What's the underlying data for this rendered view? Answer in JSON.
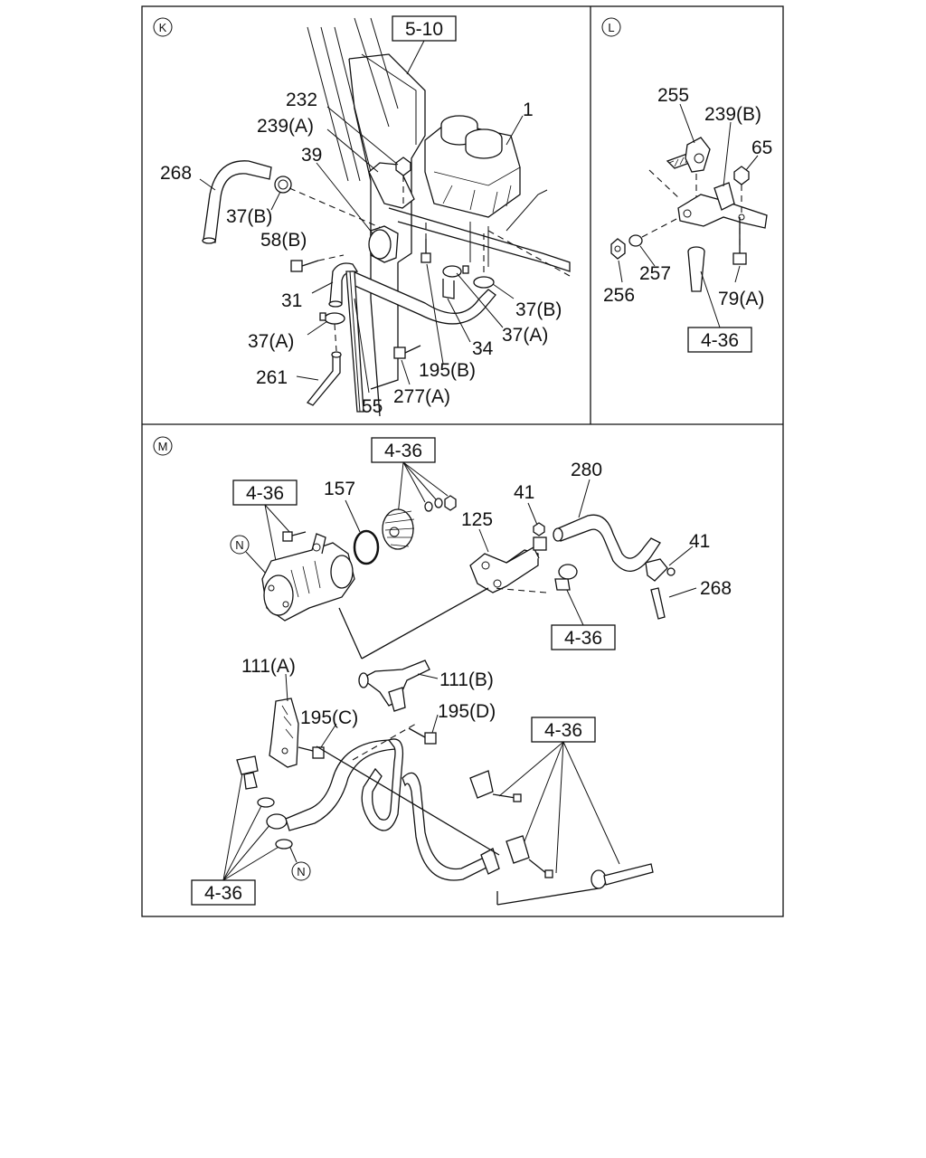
{
  "panels": {
    "K": {
      "id": "K",
      "refbox": "5-10",
      "labels": [
        "232",
        "239(A)",
        "39",
        "268",
        "37(B)",
        "58(B)",
        "31",
        "37(A)",
        "261",
        "1",
        "37(B)",
        "34",
        "37(A)",
        "195(B)",
        "277(A)",
        "55"
      ]
    },
    "L": {
      "id": "L",
      "refbox": "4-36",
      "labels": [
        "255",
        "239(B)",
        "65",
        "257",
        "256",
        "79(A)"
      ]
    },
    "M": {
      "id": "M",
      "refboxes": [
        "4-36",
        "4-36",
        "4-36",
        "4-36",
        "4-36"
      ],
      "circle_refs": [
        "N",
        "N"
      ],
      "labels": [
        "157",
        "125",
        "41",
        "280",
        "41",
        "268",
        "111(A)",
        "111(B)",
        "195(C)",
        "195(D)"
      ]
    }
  }
}
